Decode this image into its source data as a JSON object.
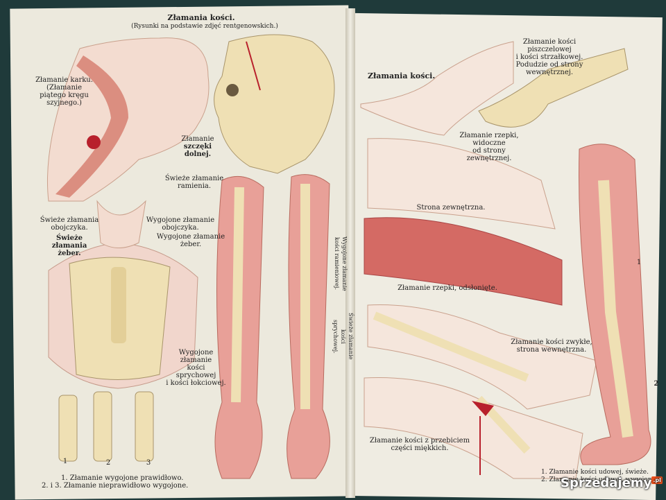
{
  "left": {
    "title": "Złamania kości.",
    "subtitle": "(Rysunki na podstawie zdjęć rentgenowskich.)",
    "neck_label": [
      "Złamanie karku.",
      "(Złamanie",
      "piątego kręgu",
      "szyjnego.)"
    ],
    "jaw_label": [
      "Złamanie",
      "szczęki dolnej."
    ],
    "arm_fresh_label": [
      "Świeże złamanie",
      "ramienia."
    ],
    "collarbone_fresh": [
      "Świeże złamania",
      "obojczyka."
    ],
    "ribs_fresh": [
      "Świeże złamania",
      "żeber."
    ],
    "collarbone_healed": [
      "Wygojone złamanie",
      "obojczyka."
    ],
    "ribs_healed": [
      "Wygojone złamanie",
      "żeber."
    ],
    "forearm_healed": [
      "Wygojone",
      "złamanie",
      "kości",
      "sprychowej",
      "i kości łokciowej."
    ],
    "vertical_a": "Wygojone złamanie kości ramieniowej.",
    "vertical_b": "Świeże złamanie kości sprychowej.",
    "numbers": [
      "1",
      "2",
      "3"
    ],
    "legend": [
      "1. Złamanie wygojone prawidłowo.",
      "2. i 3. Złamanie nieprawidłowo wygojone."
    ]
  },
  "right": {
    "title": "Złamania kości.",
    "shin_label": [
      "Złamanie kości",
      "piszczelowej",
      "i kości strzałkowej.",
      "Podudzie od strony",
      "wewnętrznej."
    ],
    "kneecap_label": [
      "Złamanie rzepki,",
      "widoczne",
      "od strony",
      "zewnętrznej."
    ],
    "outer_side": "Strona zewnętrzna.",
    "kneecap_exposed": "Złamanie rzepki, odsłonięte.",
    "simple_fracture": [
      "Złamanie kości zwykłe,",
      "strona wewnętrzna."
    ],
    "compound_fracture": [
      "Złamanie kości z przebiciem",
      "części miękkich."
    ],
    "numbers": [
      "1",
      "2"
    ],
    "legend": [
      "1. Złamanie kości udowej, świeże.",
      "2. Złamanie kości udowej, wygojone."
    ]
  },
  "watermark": "Sprzedajemy",
  "watermark_tld": ".pl",
  "colors": {
    "paper": "#ece9dd",
    "bone": "#efe0b4",
    "muscle": "#c4464a",
    "skin": "#f3d9cc",
    "background": "#1f3a3a"
  }
}
